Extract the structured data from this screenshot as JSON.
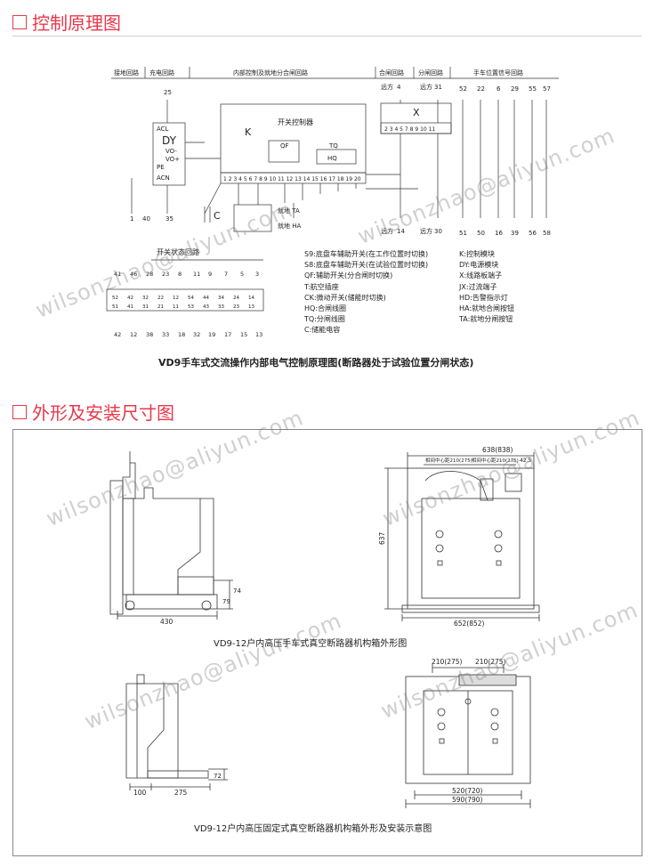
{
  "sections": {
    "control_title": "控制原理图",
    "dims_title": "外形及安装尺寸图"
  },
  "schematic": {
    "headers": [
      "接地回路",
      "充电回路",
      "内部控制及就地分合闸回路",
      "合闸回路",
      "分闸回路",
      "手车位置信号回路"
    ],
    "labels": {
      "controller": "开关控制器",
      "k": "K",
      "dy": "DY",
      "acl": "ACL",
      "acn": "ACN",
      "vo_minus": "VO-",
      "vo_plus": "VO+",
      "pe": "PE",
      "x": "X",
      "c": "C",
      "hq": "HQ",
      "tq": "TQ",
      "qf": "QF",
      "ta": "就地 TA",
      "ha": "就地 HA",
      "remote1": "远方",
      "remote2": "远方",
      "remote3": "远方",
      "remote4": "远方",
      "state_circuit": "开关状态回路"
    },
    "terminal_strip": "1 2 3 4 5 6 7 8 9 10 11 12 13 14 15 16 17 18 19 20",
    "x_strip": "2 3 4 5 7 8 9 10 11",
    "top_terminals": [
      "25",
      "4",
      "31",
      "52",
      "22",
      "6",
      "29",
      "55",
      "57"
    ],
    "bottom_terminals": [
      "1",
      "40",
      "35",
      "14",
      "30",
      "51",
      "50",
      "16",
      "39",
      "56",
      "58"
    ],
    "state_top": [
      "41",
      "46",
      "28",
      "23",
      "8",
      "11",
      "9",
      "7",
      "5",
      "3"
    ],
    "state_bottom": [
      "42",
      "12",
      "38",
      "33",
      "18",
      "32",
      "19",
      "17",
      "15",
      "13"
    ],
    "state_contacts": [
      "52",
      "42",
      "32",
      "22",
      "12",
      "54",
      "44",
      "34",
      "24",
      "14"
    ],
    "state_contacts_b": [
      "51",
      "41",
      "31",
      "21",
      "11",
      "53",
      "43",
      "33",
      "23",
      "13"
    ],
    "caption": "VD9手车式交流操作内部电气控制原理图(断路器处于试验位置分闸状态)"
  },
  "legend_left": [
    "S9:底盘车辅助开关(在工作位置时切换)",
    "S8:底盘车辅助开关(在试验位置时切换)",
    "QF:辅助开关(分合闸时切换)",
    "T:航空插座",
    "CK:微动开关(储能时切换)",
    "HQ:合闸线圈",
    "TQ:分闸线圈",
    "C:储能电容"
  ],
  "legend_right": [
    "K:控制模块",
    "DY:电源模块",
    "X:线路板端子",
    "JX:过流端子",
    "HD:告警指示灯",
    "HA:就地合闸按钮",
    "TA:就地分闸按钮"
  ],
  "dimensions": {
    "d638": "638(838)",
    "d210a": "相间中心距210(275)",
    "d210b": "相间中心距210(275)",
    "d425": "42.5",
    "d637": "637",
    "d74": "74",
    "d79": "79",
    "d430": "430",
    "d652": "652(852)",
    "caption1": "VD9-12户内高压手车式真空断路器机构箱外形图",
    "d210c": "210(275)",
    "d210d": "210(275)",
    "d72": "72",
    "d100": "100",
    "d275": "275",
    "d520": "520(720)",
    "d590": "590(790)",
    "caption2": "VD9-12户内高压固定式真空断路器机构箱外形及安装示意图"
  },
  "watermark": "wilsonzhao@aliyun.com",
  "colors": {
    "accent": "#e8384a",
    "line": "#333333",
    "watermark": "#8a8a8a"
  }
}
